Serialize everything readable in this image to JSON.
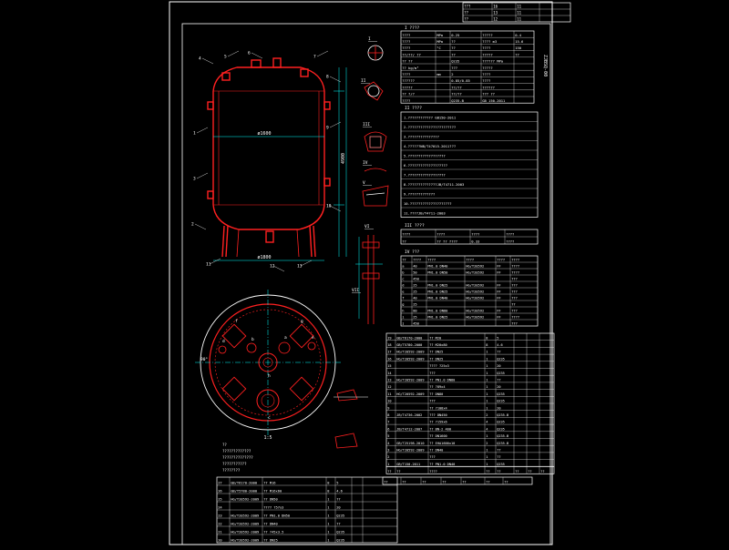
{
  "colors": {
    "background": "#000000",
    "frame": "#ffffff",
    "table_line": "#ffffff",
    "vessel": "#ff2020",
    "dimension": "#00ffff",
    "detail": "#ff8080",
    "label": "#ffffff",
    "accent_yellow": "#ffff00"
  },
  "drawing": {
    "dims": {
      "shell_id": "ø1600",
      "bottom_id": "ø1800",
      "height": "4900",
      "center_angle": "90°",
      "plan_label": "1:5"
    },
    "part_numbers": [
      "1",
      "2",
      "3",
      "4",
      "5",
      "6",
      "7",
      "8",
      "9",
      "10",
      "11",
      "12",
      "13"
    ],
    "detail_ids": [
      "I",
      "II",
      "III",
      "IV",
      "V",
      "VI",
      "VII"
    ],
    "notes": [
      "??",
      "?????????????",
      "??????????????",
      "???????????",
      "????????"
    ]
  },
  "title_block": {
    "top_rows": [
      [
        "???",
        "16",
        "11"
      ],
      [
        "??",
        "13",
        "11"
      ],
      [
        "??",
        "12",
        "11"
      ]
    ],
    "vertical_label": "ZJBSQ-00"
  },
  "spec_table": {
    "heading": "I ????",
    "rows": [
      [
        "????",
        "MPa",
        "0.25",
        "?????",
        "0.4"
      ],
      [
        "????",
        "MPa",
        "??",
        "???? m3",
        "15.6"
      ],
      [
        "????",
        "°C",
        "??",
        "????",
        "150"
      ],
      [
        "??/??/ ??",
        "",
        "??",
        "?????",
        "??"
      ],
      [
        "?? ??",
        "",
        "Q235",
        "?????? MPa",
        ""
      ],
      [
        "?? kg/m³",
        "",
        "???",
        "?????",
        ""
      ],
      [
        "????",
        "mm",
        "2",
        "????",
        ""
      ],
      [
        "??????",
        "",
        "0.85/0.85",
        "????",
        ""
      ],
      [
        "?????",
        "",
        "??/??",
        "??????",
        ""
      ],
      [
        "?? ?/?",
        "",
        "??/??",
        "??? ??",
        ""
      ],
      [
        "????",
        "",
        "Q235-B",
        "GB 150-2011",
        ""
      ]
    ]
  },
  "tech_requirements": {
    "heading": "II ????",
    "lines": [
      "1.???????????? GB150-2011",
      "2.???????????????????????",
      "3.???????????????",
      "4.??????NB/T47015-2011???",
      "5.??????????????????",
      "6.???????????????????",
      "7.??????????????????",
      "8.??????????????JB/T4711-2003",
      "9.?????????????",
      "10.????????????????????",
      "11.????JB/T4711-2003"
    ]
  },
  "test_table": {
    "heading": "III ????",
    "header": [
      "????",
      "????",
      "????",
      "????"
    ],
    "rows": [
      [
        "??",
        "?? ?? ????",
        "0.33",
        "????"
      ]
    ]
  },
  "nozzle_table": {
    "heading": "IV ???",
    "header": [
      "??",
      "????",
      "????",
      "????",
      "????",
      "????"
    ],
    "rows": [
      [
        "a",
        "40",
        "PN1.0 DN40",
        "HG/T20592",
        "FF",
        "????"
      ],
      [
        "b",
        "50",
        "PN1.0 DN50",
        "HG/T20592",
        "FF",
        "????"
      ],
      [
        "c",
        "450",
        "",
        "",
        "",
        "???"
      ],
      [
        "d",
        "25",
        "PN1.0 DN25",
        "HG/T20592",
        "FF",
        "???"
      ],
      [
        "e",
        "25",
        "PN1.0 DN25",
        "HG/T20592",
        "FF",
        "???"
      ],
      [
        "f",
        "40",
        "PN1.0 DN40",
        "HG/T20592",
        "FF",
        "???"
      ],
      [
        "g",
        "25",
        "",
        "",
        "",
        "??"
      ],
      [
        "h",
        "80",
        "PN1.0 DN80",
        "HG/T20592",
        "FF",
        "???"
      ],
      [
        "i",
        "25",
        "PN1.0 DN25",
        "HG/T20592",
        "FF",
        "????"
      ],
      [
        "j",
        "450",
        "",
        "",
        "",
        "???"
      ]
    ]
  },
  "bom_right": {
    "header": [
      "??",
      "??",
      "????",
      "??",
      "??",
      "??",
      "??",
      "??"
    ],
    "rows": [
      [
        "19",
        "GB/T6170-2000",
        "?? M20",
        "8",
        "5",
        "",
        "",
        ""
      ],
      [
        "18",
        "GB/T5780-2000",
        "?? M20x80",
        "8",
        "4.6",
        "",
        "",
        ""
      ],
      [
        "17",
        "HG/T20592-2009",
        "?? DN25",
        "1",
        "??",
        "",
        "",
        ""
      ],
      [
        "16",
        "HG/T20592-2009",
        "?? DN25",
        "1",
        "Q235",
        "",
        "",
        ""
      ],
      [
        "15",
        "",
        "???? ?25x3",
        "1",
        "20",
        "",
        "",
        ""
      ],
      [
        "14",
        "",
        "???",
        "1",
        "Q235",
        "",
        "",
        ""
      ],
      [
        "13",
        "HG/T20592-2009",
        "?? PN1.0 DN80",
        "1",
        "??",
        "",
        "",
        ""
      ],
      [
        "12",
        "",
        "?? ?89x4",
        "1",
        "20",
        "",
        "",
        ""
      ],
      [
        "11",
        "HG/T20592-2009",
        "?? DN80",
        "1",
        "Q235",
        "",
        "",
        ""
      ],
      [
        "10",
        "",
        "???",
        "1",
        "Q235",
        "",
        "",
        ""
      ],
      [
        "9",
        "",
        "?? ?108x4",
        "1",
        "20",
        "",
        "",
        ""
      ],
      [
        "8",
        "JB/T4736-2002",
        "??? DN450",
        "2",
        "Q235-B",
        "",
        "",
        ""
      ],
      [
        "7",
        "",
        "?? ?159x6",
        "4",
        "Q235",
        "",
        "",
        ""
      ],
      [
        "6",
        "JB/T4712-2007",
        "?? BN-2 400",
        "4",
        "Q235",
        "",
        "",
        ""
      ],
      [
        "5",
        "",
        "?? DN1600",
        "1",
        "Q235-B",
        "",
        "",
        ""
      ],
      [
        "4",
        "GB/T25198-2010",
        "?? EHA1600x10",
        "2",
        "Q235-B",
        "",
        "",
        ""
      ],
      [
        "3",
        "HG/T20592-2009",
        "?? DN40",
        "1",
        "??",
        "",
        "",
        ""
      ],
      [
        "2",
        "",
        "???",
        "1",
        "??",
        "",
        "",
        ""
      ],
      [
        "1",
        "GB/T150-2011",
        "?? PN1.0 DN40",
        "1",
        "Q235",
        "",
        "",
        ""
      ]
    ]
  },
  "bom_bottom": {
    "rows": [
      [
        "27",
        "GB/T6170-2000",
        "?? M16",
        "8",
        "5",
        "",
        "",
        ""
      ],
      [
        "26",
        "GB/T5780-2000",
        "?? M16x60",
        "8",
        "4.6",
        "",
        "",
        ""
      ],
      [
        "25",
        "HG/T20592-2009",
        "?? DN50",
        "1",
        "??",
        "",
        "",
        ""
      ],
      [
        "24",
        "",
        "???? ?57x3",
        "1",
        "20",
        "",
        "",
        ""
      ],
      [
        "23",
        "HG/T20592-2009",
        "?? PN1.0 DN50",
        "1",
        "Q235",
        "",
        "",
        ""
      ],
      [
        "22",
        "HG/T20592-2009",
        "?? DN40",
        "1",
        "??",
        "",
        "",
        ""
      ],
      [
        "21",
        "HG/T20592-2009",
        "?? ?45x3.5",
        "1",
        "Q235",
        "",
        "",
        ""
      ],
      [
        "20",
        "HG/T20592-2009",
        "?? DN25",
        "1",
        "Q235",
        "",
        "",
        ""
      ]
    ],
    "footer": [
      "??",
      "??",
      "??",
      "??",
      "??",
      "??",
      "??",
      "??"
    ]
  }
}
